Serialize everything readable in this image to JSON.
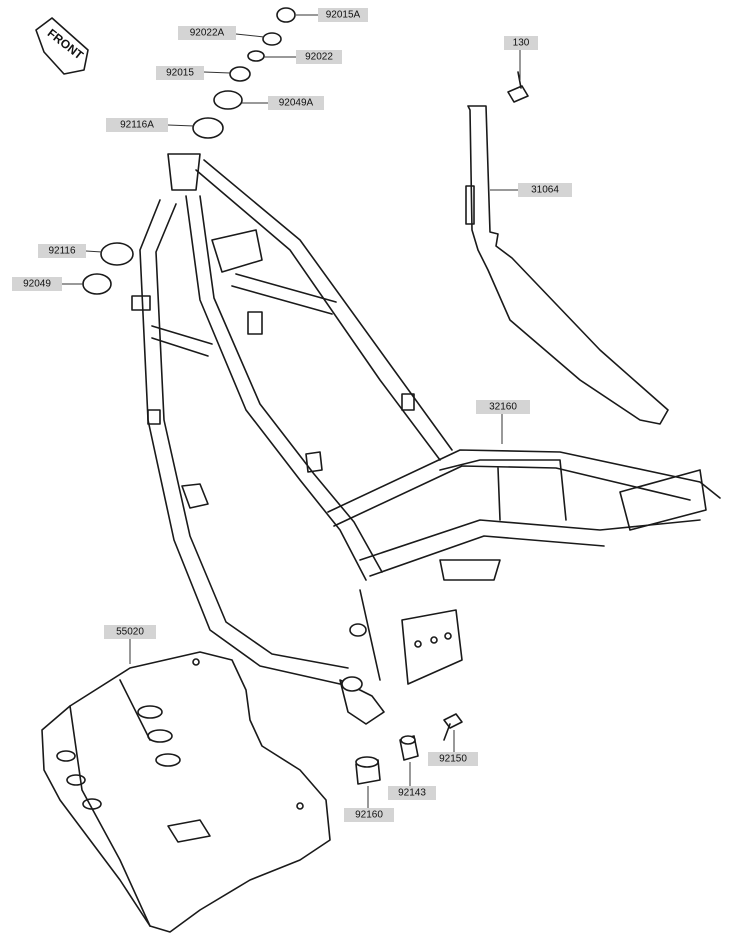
{
  "front_indicator": "FRONT",
  "callouts": {
    "p92015A": "92015A",
    "p92022A": "92022A",
    "p92022": "92022",
    "p92015": "92015",
    "p92049A": "92049A",
    "p92116A": "92116A",
    "p92116": "92116",
    "p92049": "92049",
    "p130": "130",
    "p31064": "31064",
    "p32160": "32160",
    "p55020": "55020",
    "p92150": "92150",
    "p92143": "92143",
    "p92160": "92160"
  }
}
